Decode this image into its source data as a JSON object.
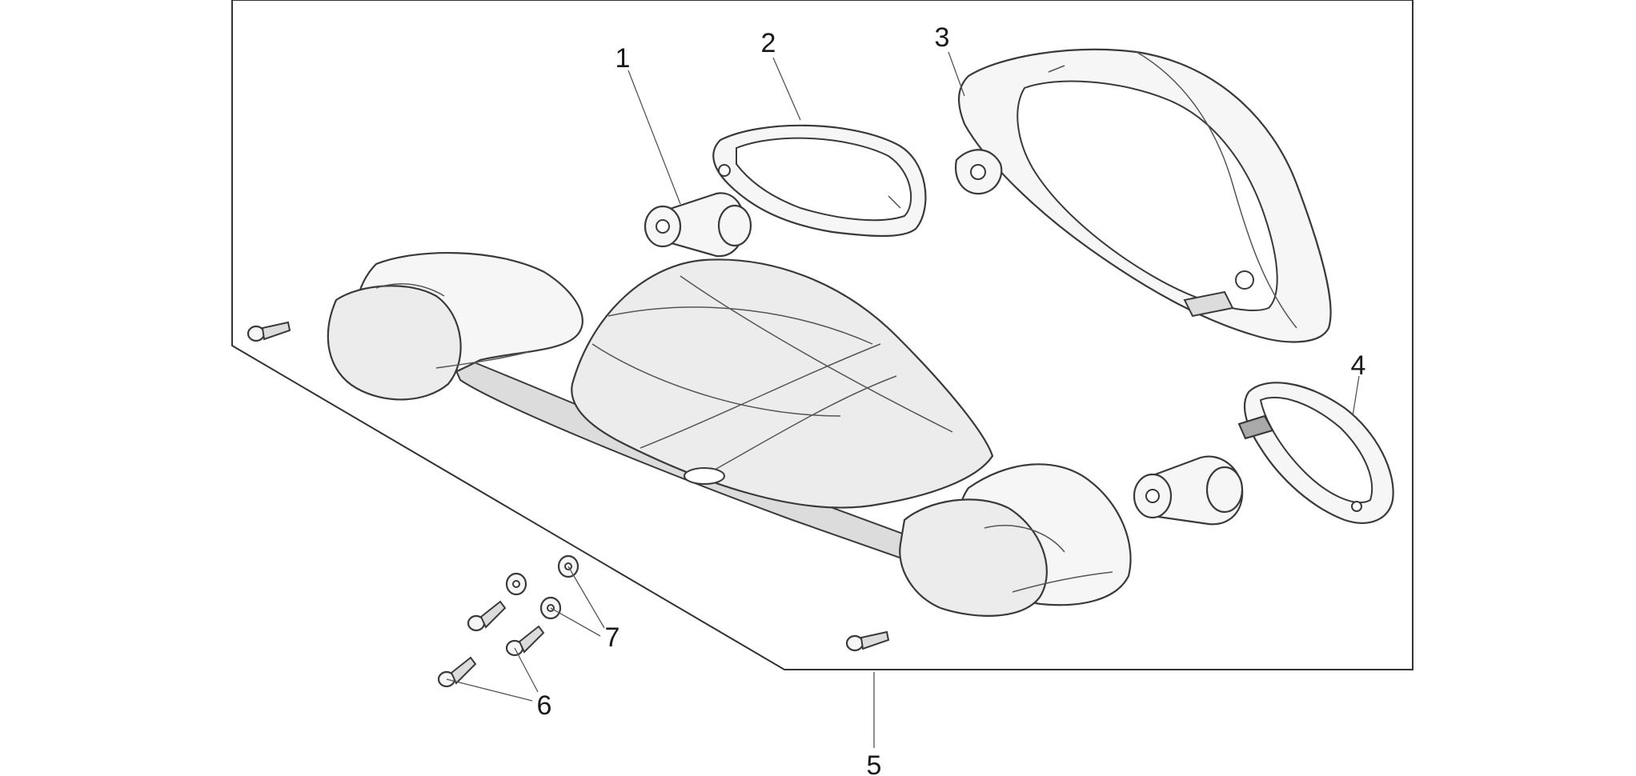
{
  "diagram": {
    "labels": {
      "part1": "1",
      "part2": "2",
      "part3": "3",
      "part4": "4",
      "part5": "5",
      "part6": "6",
      "part7": "7"
    }
  }
}
